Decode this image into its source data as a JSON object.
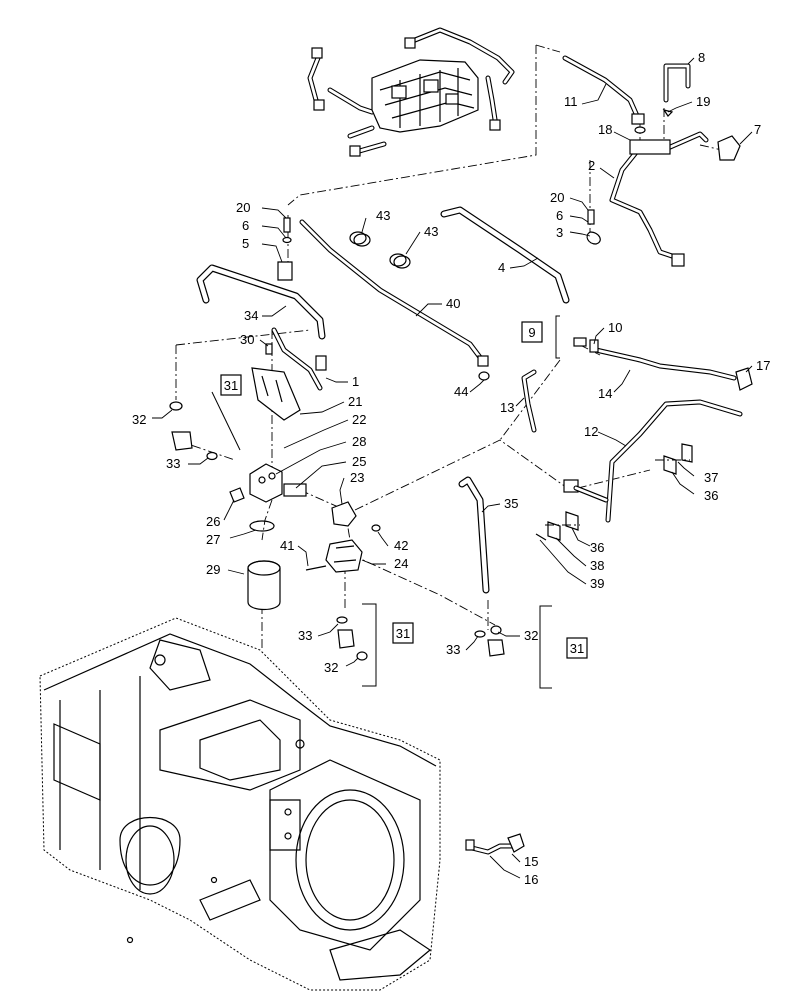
{
  "callouts": [
    {
      "id": "c8",
      "text": "8"
    },
    {
      "id": "c11",
      "text": "11"
    },
    {
      "id": "c19",
      "text": "19"
    },
    {
      "id": "c18",
      "text": "18"
    },
    {
      "id": "c7",
      "text": "7"
    },
    {
      "id": "c2",
      "text": "2"
    },
    {
      "id": "c20a",
      "text": "20"
    },
    {
      "id": "c6a",
      "text": "6"
    },
    {
      "id": "c3",
      "text": "3"
    },
    {
      "id": "c20b",
      "text": "20"
    },
    {
      "id": "c6b",
      "text": "6"
    },
    {
      "id": "c5",
      "text": "5"
    },
    {
      "id": "c43a",
      "text": "43"
    },
    {
      "id": "c43b",
      "text": "43"
    },
    {
      "id": "c4",
      "text": "4"
    },
    {
      "id": "c34",
      "text": "34"
    },
    {
      "id": "c40",
      "text": "40"
    },
    {
      "id": "c30",
      "text": "30"
    },
    {
      "id": "c10",
      "text": "10"
    },
    {
      "id": "c17",
      "text": "17"
    },
    {
      "id": "c14",
      "text": "14"
    },
    {
      "id": "c1",
      "text": "1"
    },
    {
      "id": "c44",
      "text": "44"
    },
    {
      "id": "c13",
      "text": "13"
    },
    {
      "id": "c21",
      "text": "21"
    },
    {
      "id": "c22",
      "text": "22"
    },
    {
      "id": "c32a",
      "text": "32"
    },
    {
      "id": "c12",
      "text": "12"
    },
    {
      "id": "c28",
      "text": "28"
    },
    {
      "id": "c25",
      "text": "25"
    },
    {
      "id": "c33a",
      "text": "33"
    },
    {
      "id": "c23",
      "text": "23"
    },
    {
      "id": "c37",
      "text": "37"
    },
    {
      "id": "c36a",
      "text": "36"
    },
    {
      "id": "c35",
      "text": "35"
    },
    {
      "id": "c26",
      "text": "26"
    },
    {
      "id": "c27",
      "text": "27"
    },
    {
      "id": "c42",
      "text": "42"
    },
    {
      "id": "c41",
      "text": "41"
    },
    {
      "id": "c24",
      "text": "24"
    },
    {
      "id": "c36b",
      "text": "36"
    },
    {
      "id": "c38",
      "text": "38"
    },
    {
      "id": "c29",
      "text": "29"
    },
    {
      "id": "c39",
      "text": "39"
    },
    {
      "id": "c33b",
      "text": "33"
    },
    {
      "id": "c32b",
      "text": "32"
    },
    {
      "id": "c33c",
      "text": "33"
    },
    {
      "id": "c32c",
      "text": "32"
    },
    {
      "id": "c15",
      "text": "15"
    },
    {
      "id": "c16",
      "text": "16"
    }
  ],
  "boxed": [
    {
      "id": "b31a",
      "text": "31"
    },
    {
      "id": "b9",
      "text": "9"
    },
    {
      "id": "b31b",
      "text": "31"
    },
    {
      "id": "b31c",
      "text": "31"
    }
  ]
}
